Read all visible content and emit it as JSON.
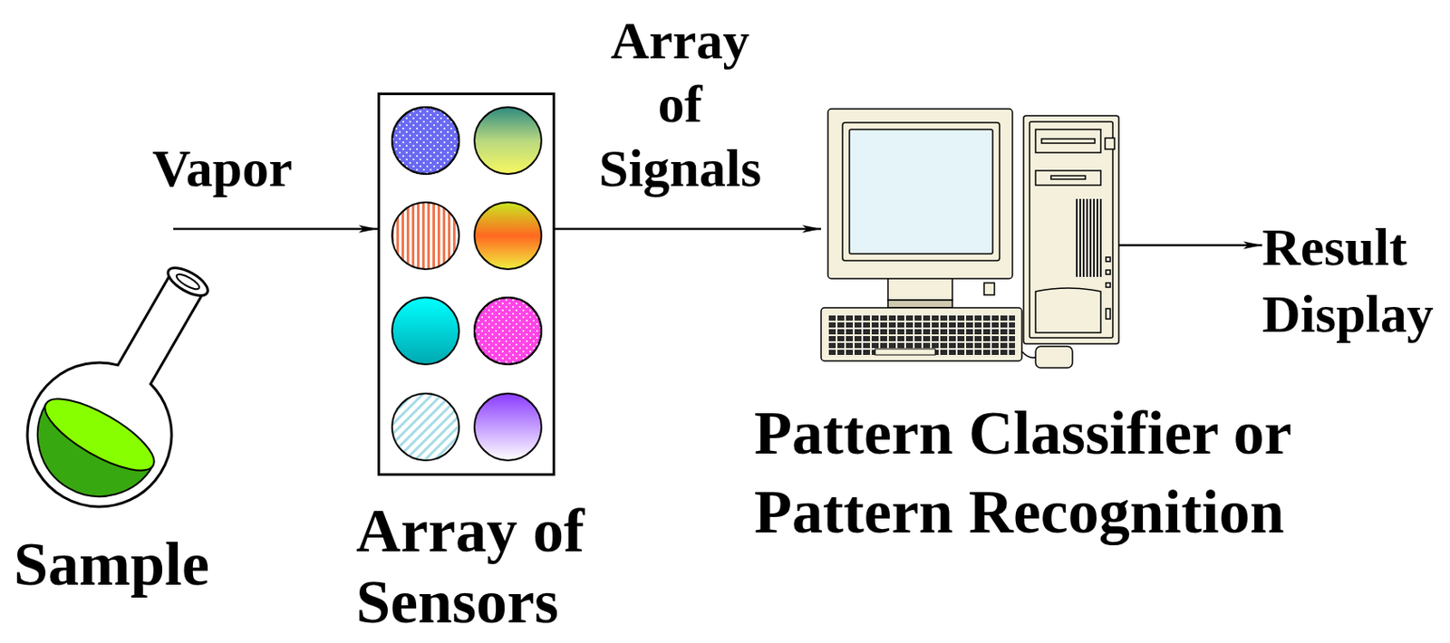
{
  "diagram": {
    "nodes": [
      {
        "text": [
          "Sample"
        ]
      },
      {
        "text": [
          "Array of Sensors"
        ]
      },
      {
        "text": [
          "Pattern Classifier or Pattern Recognition"
        ]
      },
      {
        "text": [
          "Result Display"
        ]
      }
    ],
    "edges": [
      {
        "from": 0,
        "to": 1,
        "arrow": "to",
        "label": "Vapor"
      },
      {
        "from": 1,
        "to": 2,
        "arrow": "to",
        "label": "Array of Signals"
      },
      {
        "from": 2,
        "to": 3,
        "arrow": "to"
      }
    ]
  }
}
